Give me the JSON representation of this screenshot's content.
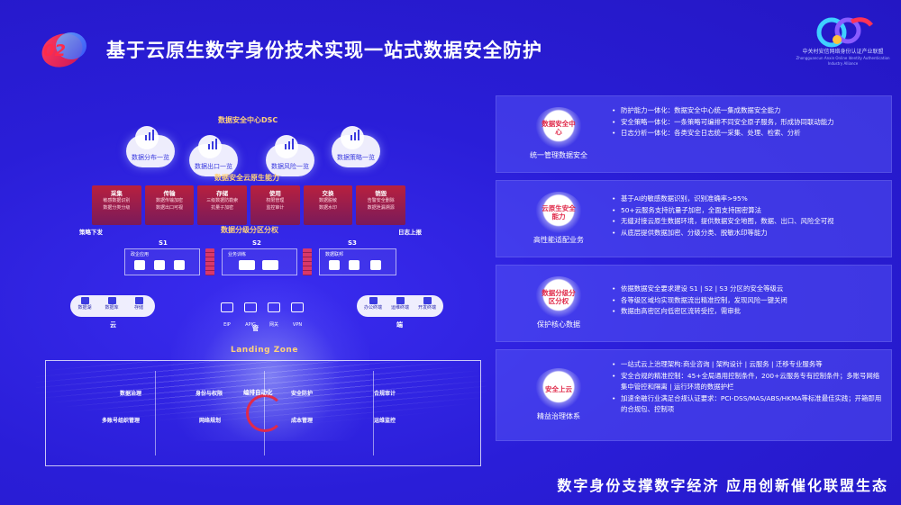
{
  "header": {
    "number": "02",
    "title": "基于云原生数字身份技术实现一站式数据安全防护"
  },
  "logo": {
    "cn": "中关村安信网络身份认证产业联盟",
    "en": "Zhongguancun Anxin Online Identity Authentication Industry Alliance"
  },
  "diagram": {
    "dsc_title": "数据安全中心DSC",
    "dsc_clouds": [
      "数据分布一览",
      "数据出口一览",
      "数据风险一览",
      "数据策略一览"
    ],
    "capability_title": "数据安全云原生能力",
    "capabilities": [
      {
        "title": "采集",
        "desc": [
          "敏感数据识别",
          "数据分类分级"
        ]
      },
      {
        "title": "传输",
        "desc": [
          "数据传输加密",
          "数据出口可视"
        ]
      },
      {
        "title": "存储",
        "desc": [
          "三级数据防勒索",
          "抗量子加密"
        ]
      },
      {
        "title": "使用",
        "desc": [
          "权限管理",
          "监控审计"
        ]
      },
      {
        "title": "交换",
        "desc": [
          "数据脱敏",
          "数据水印"
        ]
      },
      {
        "title": "销毁",
        "desc": [
          "告警安全删除",
          "数据泄漏溯源"
        ]
      }
    ],
    "left_flow": "策略下发",
    "right_flow": "日志上报",
    "zoning_title": "数据分级分区分权",
    "zones": [
      {
        "id": "S1",
        "header": "政企应用"
      },
      {
        "id": "S2",
        "header": "业务训练"
      },
      {
        "id": "S3",
        "header": "数据联邦"
      }
    ],
    "cloud_items": [
      "数据湖",
      "数据库",
      "存储"
    ],
    "cloud_caption": "云",
    "pipe_items": [
      "EIP",
      "APIG",
      "网关",
      "VPN"
    ],
    "pipe_caption": "管",
    "end_items": [
      "办公终端",
      "运维终端",
      "开发终端"
    ],
    "end_caption": "端",
    "landing_zone": {
      "title": "Landing Zone",
      "cells": [
        [
          "数据治理",
          "多账号组织管理"
        ],
        [
          "身份与权限",
          "网络规划"
        ],
        [
          "安全防护",
          "成本管理"
        ],
        [
          "合规审计",
          "运维监控"
        ]
      ],
      "cycle": "编排自动化"
    }
  },
  "panels": [
    {
      "badge": "数据安全中心",
      "subtitle": "统一管理数据安全",
      "bullets": [
        "防护能力一体化：数据安全中心统一集成数据安全能力",
        "安全策略一体化：一条策略可编排不同安全原子服务，形成协同联动能力",
        "日志分析一体化：各类安全日志统一采集、处理、检索、分析"
      ]
    },
    {
      "badge": "云原生安全能力",
      "subtitle": "高性能适配业务",
      "bullets": [
        "基于AI的敏感数据识别，识别准确率>95%",
        "50+云服务支持抗量子加密，全面支持国密算法",
        "无缝对接云原生数据环境，提供数据安全地图，数据、出口、风险全可视",
        "从底层提供数据加密、分级分类、脱敏水印等能力"
      ]
    },
    {
      "badge": "数据分级分区分权",
      "subtitle": "保护核心数据",
      "bullets": [
        "依据数据安全要求建设 S1 | S2 | S3 分区的安全等级云",
        "各等级区域均实现数据流出精准控制，发现风险一键关闭",
        "数据由高密区向低密区流转受控，需审批"
      ]
    },
    {
      "badge": "安全上云",
      "subtitle": "精益治理体系",
      "bullets": [
        "一站式云上治理架构:商业咨询 | 架构设计 | 云服务 | 迁移专业服务等",
        "安全合规的精准控制：45+全局通用控制条件，200+云服务专有控制条件；多账号网络集中管控和隔离 | 运行环境的数据护栏",
        "加速金融行业满足合规认证要求：PCI-DSS/MAS/ABS/HKMA等标准最佳实践；开箱即用的合规包、控制项"
      ]
    }
  ],
  "slogan": "数字身份支撑数字经济 应用创新催化联盟生态"
}
